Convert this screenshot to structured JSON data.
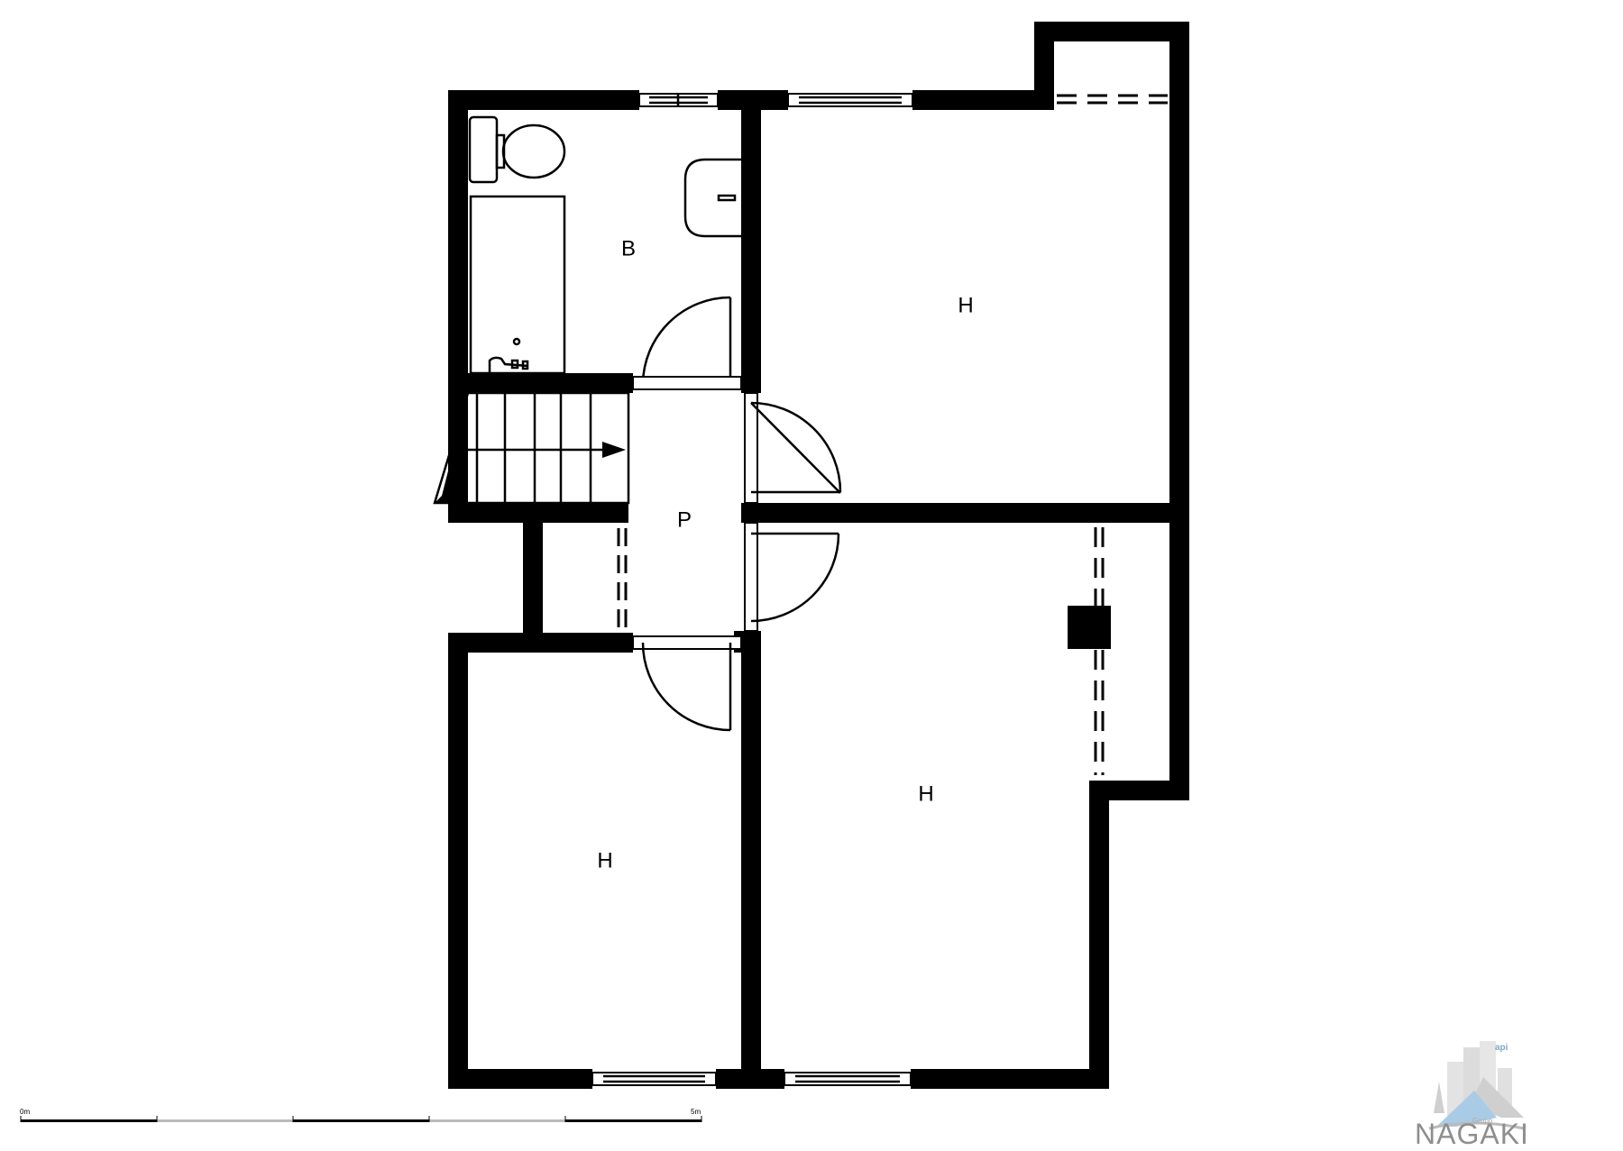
{
  "plan": {
    "rooms": [
      {
        "id": "bathroom",
        "label": "B"
      },
      {
        "id": "bedroom-top-right",
        "label": "H"
      },
      {
        "id": "hallway",
        "label": "P"
      },
      {
        "id": "bedroom-bottom-right",
        "label": "H"
      },
      {
        "id": "bedroom-bottom-left",
        "label": "H"
      }
    ],
    "stairs_direction": "right"
  },
  "scale_bar": {
    "start_label": "0m",
    "end_label": "5m",
    "segments": 5
  },
  "logo": {
    "group_label": "Grupo",
    "brand": "NAGAKI",
    "tag": "api",
    "colors": {
      "roof": "#a9cbe6",
      "building": "#d6d6d6",
      "text": "#8e8e8e"
    }
  }
}
